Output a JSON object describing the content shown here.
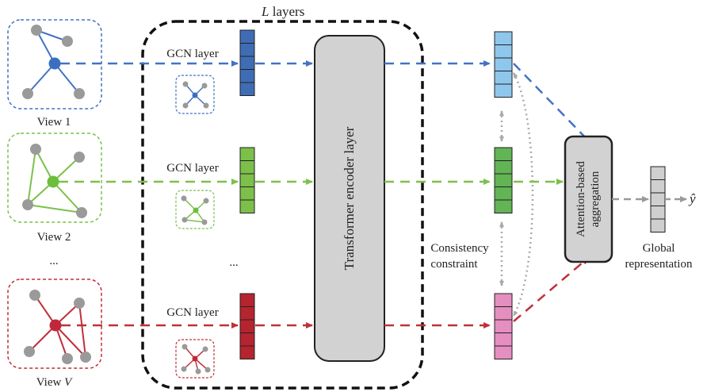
{
  "title": {
    "prefix": "L",
    "suffix": " layers"
  },
  "views": [
    {
      "label": "View 1",
      "color": "#4472c4",
      "node": "#3a6fc0"
    },
    {
      "label": "View 2",
      "color": "#7cc14a",
      "node": "#6cbf3a"
    },
    {
      "label": "...",
      "color": "",
      "node": ""
    },
    {
      "label_prefix": "View ",
      "label_italic": "V",
      "color": "#c0303a",
      "node": "#c0283a"
    }
  ],
  "gcn_label": "GCN layer",
  "ellipsis": "...",
  "transformer_label": "Transformer encoder layer",
  "consistency_label": [
    "Consistency",
    "constraint"
  ],
  "aggregation_label": [
    "Attention-based",
    "aggregation"
  ],
  "global_label": [
    "Global",
    "representation"
  ],
  "output_symbol": "ŷ",
  "colors": {
    "blue_bar": "#3f6db5",
    "green_bar": "#7cc04a",
    "red_bar": "#b5242f",
    "out_blue": "#8fc6ec",
    "out_green": "#62b455",
    "out_pink": "#e58ec0",
    "global_vec": "#cfcfcf",
    "node_grey": "#9a9a9a"
  }
}
